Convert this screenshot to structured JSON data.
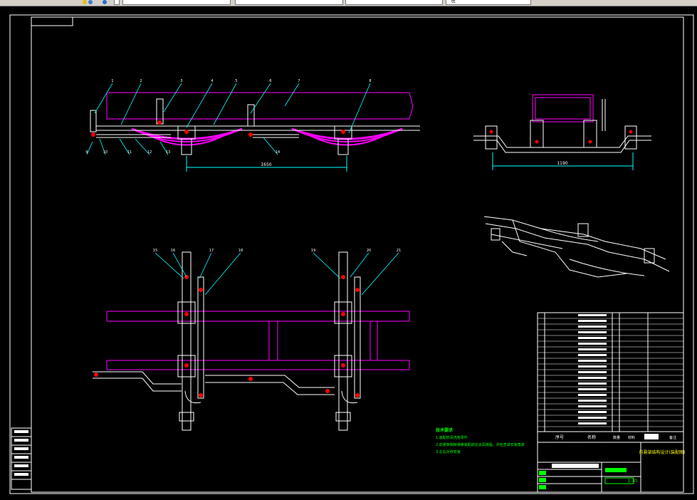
{
  "toolbar": {
    "field_5_text": "tt"
  },
  "colors": {
    "background": "#000000",
    "frame": "#ffffff",
    "beam": "#ff00ff",
    "leader": "#00ffff",
    "notes": "#00ff00",
    "part": "#ffffff",
    "marker": "#ff0000"
  },
  "drawing": {
    "balloons": [
      "1",
      "2",
      "3",
      "4",
      "5",
      "6",
      "7",
      "8",
      "9",
      "10",
      "11",
      "12",
      "13",
      "14",
      "15",
      "16",
      "17",
      "18",
      "19",
      "20",
      "21"
    ],
    "dimensions": {
      "side_span": "1650",
      "front_span": "1190"
    },
    "notes": {
      "title": "技术要求",
      "items": [
        "1.装配前清洗各零件",
        "2.前悬架钢板弹簧装配前应涂润滑脂，并检查其安装角度",
        "3.左右对称安装"
      ]
    },
    "title_block": {
      "drawing_name": "前悬架结构设计(装配图)",
      "bom_headers": [
        "序号",
        "名称",
        "数量",
        "材料",
        "备注"
      ],
      "scale": "1:10"
    }
  }
}
